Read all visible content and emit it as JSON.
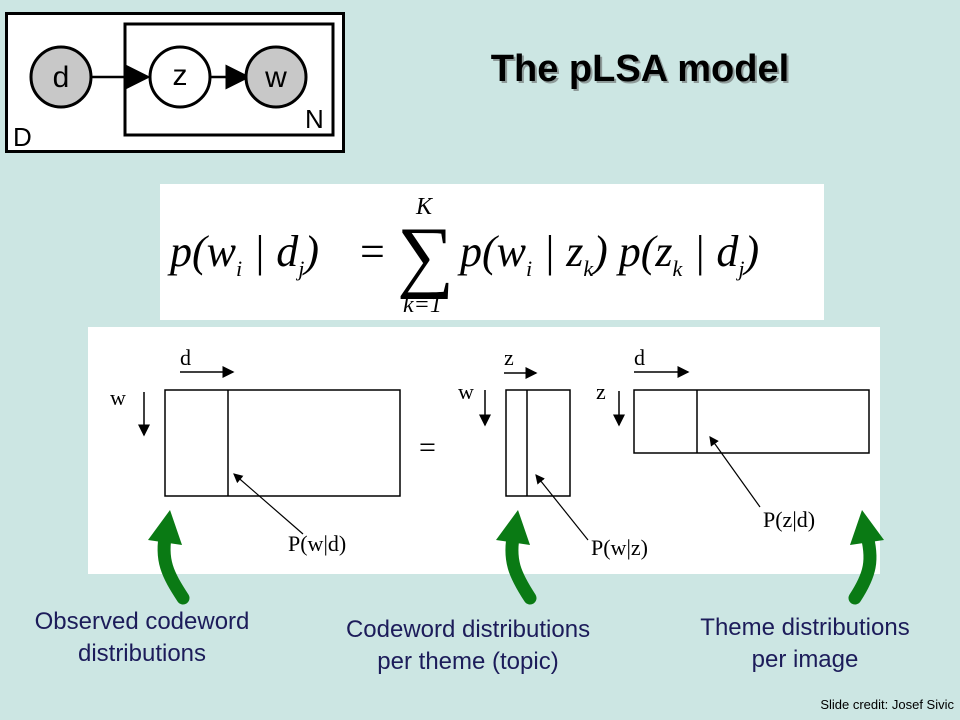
{
  "title": "The pLSA model",
  "graphical_model": {
    "nodes": [
      {
        "label": "d",
        "observed": true
      },
      {
        "label": "z",
        "observed": false
      },
      {
        "label": "w",
        "observed": true
      }
    ],
    "plate_inner_label": "N",
    "plate_outer_label": "D"
  },
  "formula": {
    "lhs": "p(wi | dj) =",
    "sum_upper": "K",
    "sum_lower": "k=1",
    "rhs": "p(wi | zk) p(zk | dj)"
  },
  "matrix_diagram": {
    "matrix1": {
      "col_label": "d",
      "row_label": "w",
      "caption": "P(w|d)"
    },
    "equals": "=",
    "matrix2": {
      "col_label": "z",
      "row_label": "w",
      "caption": "P(w|z)"
    },
    "matrix3": {
      "col_label": "d",
      "row_label": "z",
      "caption": "P(z|d)"
    }
  },
  "captions": {
    "observed": [
      "Observed codeword",
      "distributions"
    ],
    "codeword": [
      "Codeword distributions",
      "per theme (topic)"
    ],
    "theme": [
      "Theme distributions",
      "per image"
    ]
  },
  "credit": "Slide credit: Josef Sivic",
  "colors": {
    "background": "#cce6e3",
    "caption_text": "#1c1c5a",
    "arrow_green": "#0a7a14",
    "observed_node": "#c8c8c8"
  }
}
